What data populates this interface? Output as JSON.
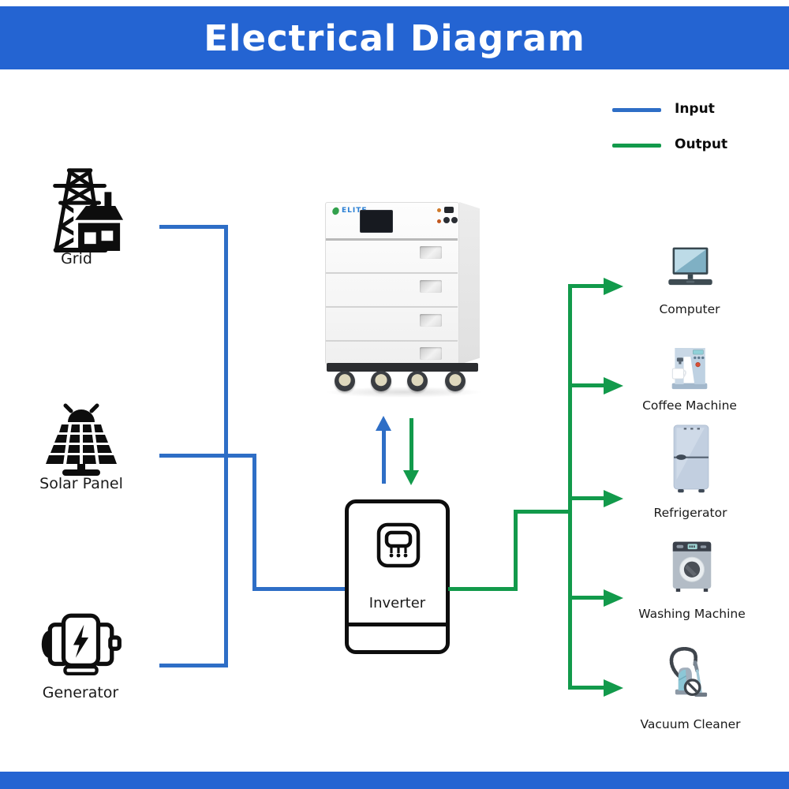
{
  "header": {
    "title": "Electrical Diagram"
  },
  "legend": {
    "input_label": "Input",
    "output_label": "Output"
  },
  "colors": {
    "banner": "#2464d2",
    "input": "#2e6ec6",
    "output": "#129a4b"
  },
  "sources": [
    {
      "label": "Grid"
    },
    {
      "label": "Solar Panel"
    },
    {
      "label": "Generator"
    }
  ],
  "battery": {
    "brand": "ELITE"
  },
  "inverter": {
    "label": "Inverter"
  },
  "appliances": [
    {
      "label": "Computer"
    },
    {
      "label": "Coffee Machine"
    },
    {
      "label": "Refrigerator"
    },
    {
      "label": "Washing Machine"
    },
    {
      "label": "Vacuum Cleaner"
    }
  ]
}
